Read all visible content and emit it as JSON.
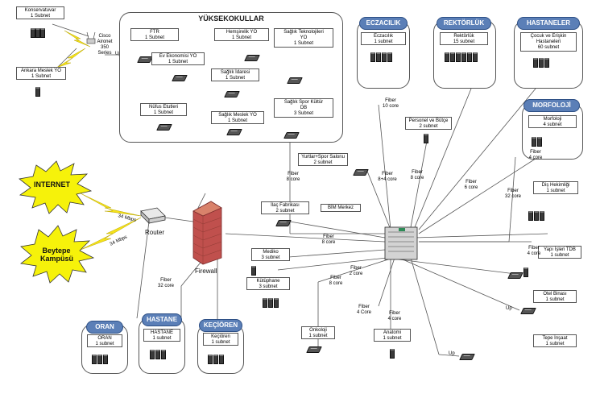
{
  "nodes": {
    "konservatuvar": {
      "name": "Konservatuvar",
      "sub": "1 Subnet"
    },
    "cisco": {
      "l1": "Cisco",
      "l2": "Aironet",
      "l3": "350",
      "l4": "Series"
    },
    "up_tag": "Up",
    "ankara": {
      "name": "Ankara Meslek YO",
      "sub": "1 Subnet"
    },
    "ftr": {
      "name": "FTR",
      "sub": "1 Subnet"
    },
    "ev": {
      "name": "Ev Ekonomisi YO",
      "sub": "1 Subnet"
    },
    "nufus": {
      "name": "Nüfus Etutleri",
      "sub": "1 Subnet"
    },
    "hemsirelik": {
      "name": "Hemşirelik YO",
      "sub": "1 Subnet"
    },
    "saglik_idaresi": {
      "name": "Sağlık İdaresi",
      "sub": "1 Subnet"
    },
    "saglik_meslek": {
      "name": "Sağlık Meslek YO",
      "sub": "1 Subnet"
    },
    "saglik_tek": {
      "l1": "Sağlık Teknolojileri",
      "l2": "YO",
      "sub": "1 Subnet"
    },
    "saglik_spor": {
      "l1": "Sağlık Spor Kültür",
      "l2": "DB",
      "sub": "3 Subnet"
    },
    "eczacilik": {
      "name": "Eczacılık",
      "sub": "1 subnet"
    },
    "rektorluk": {
      "name": "Rektörlük",
      "sub": "15 subnet"
    },
    "hastaneler": {
      "l1": "Çocuk ve Erişkin",
      "l2": "Hastaneleri",
      "sub": "60 subnet"
    },
    "morfoloji": {
      "name": "Morfoloji",
      "sub": "4 subnet"
    },
    "personel": {
      "name": "Personel ve Bütçe",
      "sub": "2 subnet"
    },
    "yurtlar": {
      "name": "Yurtlar+Spor Salonu",
      "sub": "2 subnet"
    },
    "ilac": {
      "name": "İlaç Fabrikası",
      "sub": "2 subnet"
    },
    "bim": {
      "name": "BİM Merkez"
    },
    "mediko": {
      "name": "Mediko",
      "sub": "3 subnet"
    },
    "kutuphane": {
      "name": "Kütüphane",
      "sub": "3 subnet"
    },
    "onkoloji": {
      "name": "Onkoloji",
      "sub": "1 subnet"
    },
    "anatomi": {
      "name": "Anatomi",
      "sub": "1 subnet"
    },
    "dis": {
      "name": "Diş Hekimliği",
      "sub": "1 subnet"
    },
    "yapi": {
      "name": "Yapı İşleri TDB",
      "sub": "1 subnet"
    },
    "otel": {
      "name": "Otel Binası",
      "sub": "1 subnet"
    },
    "tepe": {
      "name": "Tepe İnşaat",
      "sub": "1 subnet"
    },
    "oran": {
      "name": "ORAN",
      "sub": "1 subnet"
    },
    "hastane": {
      "name": "HASTANE",
      "sub": "1 subnet"
    },
    "kecioren": {
      "name": "Keçiören",
      "sub": "1 subnet"
    }
  },
  "groups": {
    "yuksekokullar": "YÜKSEKOKULLAR",
    "eczacilik": "ECZACILIK",
    "rektorluk": "REKTÖRLÜK",
    "hastaneler": "HASTANELER",
    "morfoloji": "MORFOLOJİ",
    "oran": "ORAN",
    "hastane": "HASTANE",
    "kecioren": "KEÇİÖREN"
  },
  "links": {
    "fiber10": {
      "l1": "Fiber",
      "l2": "10 core"
    },
    "fiber84": {
      "l1": "Fiber",
      "l2": "8+4 core"
    },
    "fiber8a": {
      "l1": "Fiber",
      "l2": "8 core"
    },
    "fiber6": {
      "l1": "Fiber",
      "l2": "6 core"
    },
    "fiber4m": {
      "l1": "Fiber",
      "l2": "4 core"
    },
    "fiber32r": {
      "l1": "Fiber",
      "l2": "32 core"
    },
    "fiber8b": {
      "l1": "Fiber",
      "l2": "8 core"
    },
    "fiber8c": {
      "l1": "Fiber",
      "l2": "8 core"
    },
    "fiber2": {
      "l1": "Fiber",
      "l2": "2 core"
    },
    "fiber8d": {
      "l1": "Fiber",
      "l2": "8 core"
    },
    "fiber4y": {
      "l1": "Fiber",
      "l2": "4 core"
    },
    "fiber4b": {
      "l1": "Fiber",
      "l2": "4 Core"
    },
    "fiber4c": {
      "l1": "Fiber",
      "l2": "4 core"
    },
    "fiber32f": {
      "l1": "Fiber",
      "l2": "32 core"
    },
    "up_otel": "Up",
    "up_tepe": "Up"
  },
  "wan": {
    "internet": "INTERNET",
    "beytepe_l1": "Beytepe",
    "beytepe_l2": "Kampüsü",
    "mbps_top": "34 Mbps",
    "mbps_bottom": "34 Mbps",
    "router": "Router",
    "firewall": "Firewall"
  }
}
